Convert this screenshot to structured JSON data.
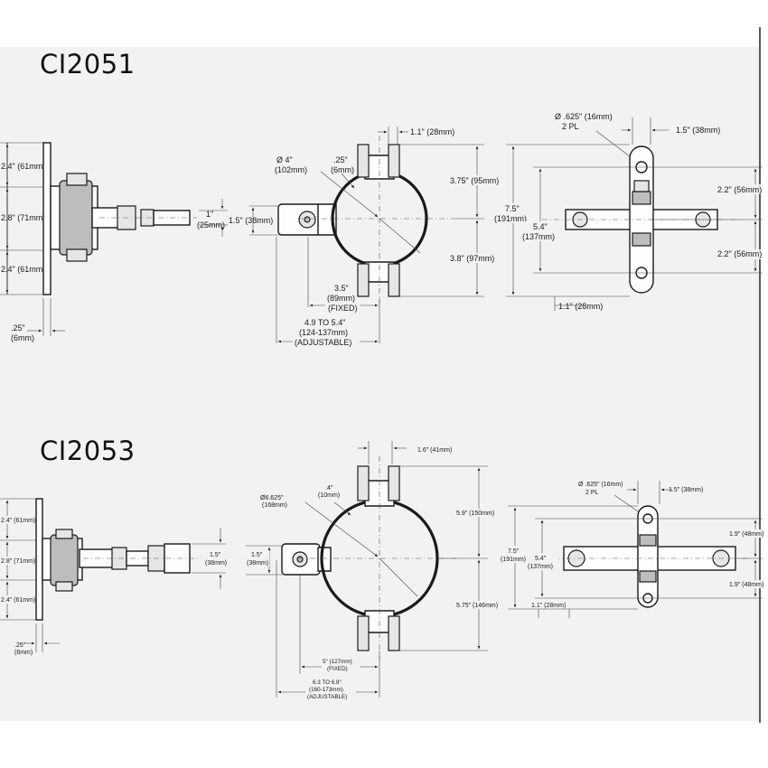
{
  "models": [
    {
      "id": "CI2051",
      "title": "CI2051",
      "side": {
        "d1": "2.4\" (61mm)",
        "d2": "2.8\" (71mm)",
        "d3": "2.4\" (61mm)",
        "pin": "1\"",
        "pin_mm": "(25mm)",
        "plate_t": ".25\"",
        "plate_t_mm": "(6mm)"
      },
      "front": {
        "body_h": "1.5\" (38mm)",
        "dia": "Ø 4\"",
        "dia_mm": "(102mm)",
        "thk": ".25\"",
        "thk_mm": "(6mm)",
        "top_w": "1.1\" (28mm)",
        "upper_h": "3.75\" (95mm)",
        "lower_h": "3.8\" (97mm)",
        "fixed": "3.5\"",
        "fixed_mm": "(89mm)",
        "fixed_lbl": "(FIXED)",
        "adj": "4.9 TO 5.4\"",
        "adj_mm": "(124-137mm)",
        "adj_lbl": "(ADJUSTABLE)"
      },
      "end": {
        "hole": "Ø .625\" (16mm)",
        "hole_pl": "2 PL",
        "width": "1.5\" (38mm)",
        "total": "7.5\"",
        "total_mm": "(191mm)",
        "mid": "5.4\"",
        "mid_mm": "(137mm)",
        "up": "2.2\" (56mm)",
        "down": "2.2\" (56mm)",
        "tab": "1.1\" (28mm)"
      }
    },
    {
      "id": "CI2053",
      "title": "CI2053",
      "side": {
        "d1": "2.4\" (61mm)",
        "d2": "2.8\" (71mm)",
        "d3": "2.4\" (61mm)",
        "pin": "1.5\"",
        "pin_mm": "(38mm)",
        "plate_t": ".25\"",
        "plate_t_mm": "(6mm)"
      },
      "front": {
        "body_h": "1.5\"",
        "body_h_mm": "(38mm)",
        "dia": "Ø6.625\"",
        "dia_mm": "(168mm)",
        "thk": ".4\"",
        "thk_mm": "(10mm)",
        "top_w": "1.6\" (41mm)",
        "upper_h": "5.9\" (150mm)",
        "lower_h": "5.75\" (146mm)",
        "fixed": "5\" (127mm)",
        "fixed_lbl": "(FIXED)",
        "adj": "6.3 TO 6.8\"",
        "adj_mm": "(160-173mm)",
        "adj_lbl": "(ADJUSTABLE)"
      },
      "end": {
        "hole": "Ø .625\" (16mm)",
        "hole_pl": "2 PL",
        "width": "1.5\" (38mm)",
        "total": "7.5\"",
        "total_mm": "(191mm)",
        "mid": "5.4\"",
        "mid_mm": "(137mm)",
        "up": "1.9\" (48mm)",
        "down": "1.9\" (48mm)",
        "tab": "1.1\" (28mm)"
      }
    }
  ]
}
